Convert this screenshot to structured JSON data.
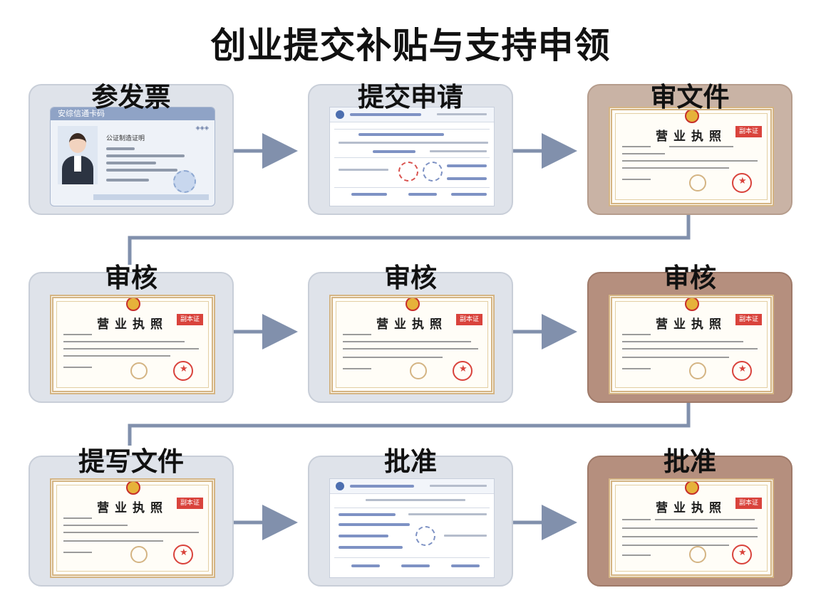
{
  "title": "创业提交补贴与支持申领",
  "steps": [
    {
      "label": "参发票",
      "doc": "id-card",
      "card_header": "安综信通卡码",
      "card_name": "公证制造证明"
    },
    {
      "label": "提交申请",
      "doc": "form"
    },
    {
      "label": "审文件",
      "doc": "license",
      "license_title": "营业执照",
      "license_tag": "副本证"
    },
    {
      "label": "审核",
      "doc": "license",
      "license_title": "营业执照",
      "license_tag": "副本证"
    },
    {
      "label": "审核",
      "doc": "license",
      "license_title": "营业执照",
      "license_tag": "副本证"
    },
    {
      "label": "审核",
      "doc": "license",
      "license_title": "营业执照",
      "license_tag": "副本证"
    },
    {
      "label": "提写文件",
      "doc": "license",
      "license_title": "营业执照",
      "license_tag": "副本证"
    },
    {
      "label": "批准",
      "doc": "form"
    },
    {
      "label": "批准",
      "doc": "license",
      "license_title": "营业执照",
      "license_tag": "副本证"
    }
  ],
  "colors": {
    "connector": "#8190ac",
    "stamp": "#d9433c",
    "license_border": "#d4b483"
  }
}
